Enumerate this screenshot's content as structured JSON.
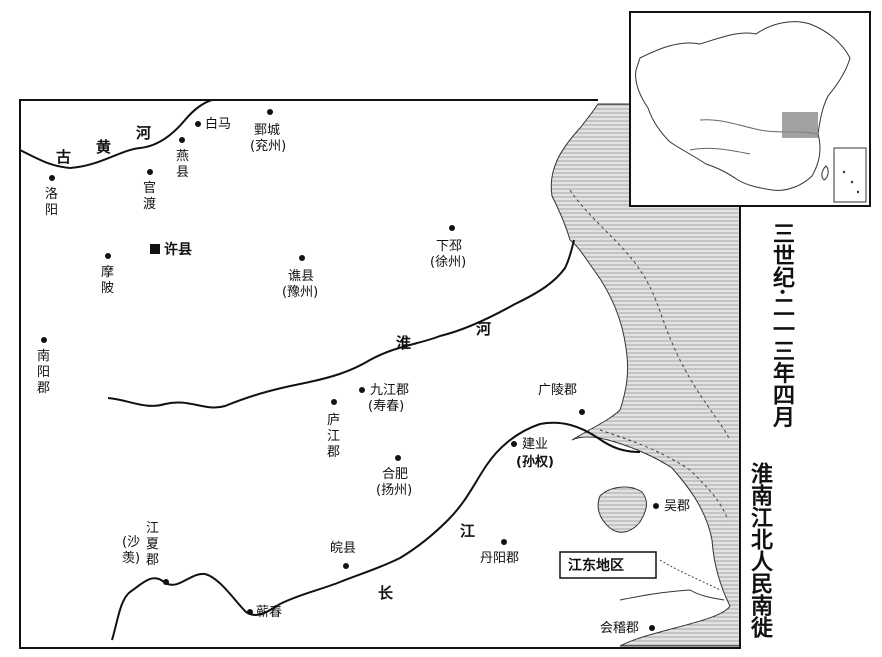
{
  "title": {
    "line1": "三世纪·二一三年四月",
    "line2": "淮南江北人民南徙"
  },
  "rivers": {
    "gu_huanghe": [
      "古",
      "黄",
      "河"
    ],
    "huaihe": [
      "淮",
      "河"
    ],
    "changjiang": [
      "长",
      "江"
    ]
  },
  "region_label": "江东地区",
  "places": {
    "baima": "白马",
    "juancheng": "鄄城",
    "yanzhou": "(兖州)",
    "yanxian": [
      "燕",
      "县"
    ],
    "guandu": [
      "官",
      "渡"
    ],
    "luoyang": [
      "洛",
      "阳"
    ],
    "xuxian": "许县",
    "xiapi": "下邳",
    "xuzhou": "(徐州)",
    "mopi": [
      "摩",
      "陂"
    ],
    "qiaoxian": "谯县",
    "yuzhou": "(豫州)",
    "nanyang": [
      "南",
      "阳",
      "郡"
    ],
    "jiujiang": "九江郡",
    "shouchun": "(寿春)",
    "guangling": "广陵郡",
    "lujiang": [
      "庐",
      "江",
      "郡"
    ],
    "jianye": "建业",
    "sunquan": "(孙权)",
    "hefei": "合肥",
    "yangzhou": "(扬州)",
    "wujun": "吴郡",
    "jiangxia": [
      "江",
      "夏",
      "郡"
    ],
    "shaxian": [
      "(沙",
      "羡)"
    ],
    "wanxian": "皖县",
    "danyang": "丹阳郡",
    "qichun": "蕲春",
    "kuaiji": "会稽郡"
  }
}
